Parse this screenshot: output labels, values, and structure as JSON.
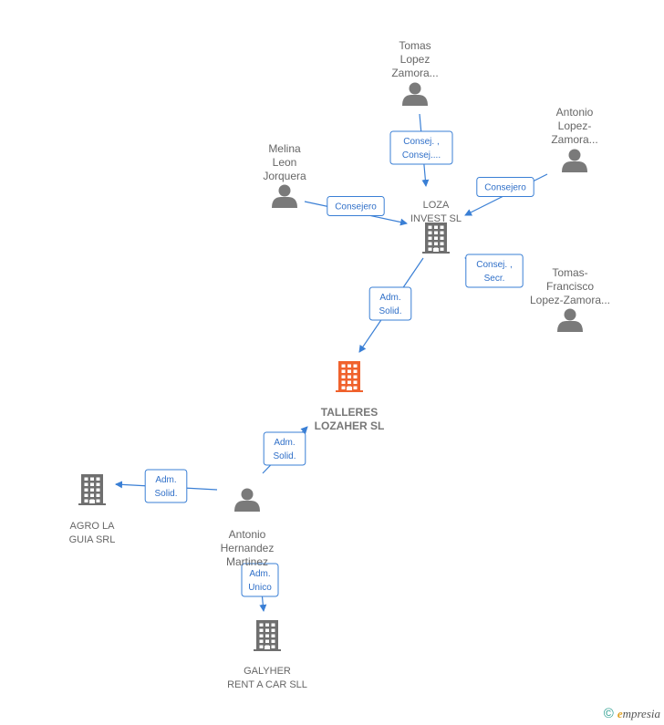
{
  "people": [
    {
      "id": "tomas-lopez",
      "lines": [
        "Tomas",
        "Lopez",
        "Zamora..."
      ]
    },
    {
      "id": "antonio-lopez",
      "lines": [
        "Antonio",
        "Lopez-",
        "Zamora..."
      ]
    },
    {
      "id": "melina-leon",
      "lines": [
        "Melina",
        "Leon",
        "Jorquera"
      ]
    },
    {
      "id": "tomas-francisco",
      "lines": [
        "Tomas-",
        "Francisco",
        "Lopez-Zamora..."
      ]
    },
    {
      "id": "antonio-hernandez",
      "lines": [
        "Antonio",
        "Hernandez",
        "Martinez"
      ]
    }
  ],
  "companies": [
    {
      "id": "loza-invest",
      "lines": [
        "LOZA",
        "INVEST SL"
      ],
      "highlight": false
    },
    {
      "id": "talleres-lozaher",
      "lines": [
        "TALLERES",
        "LOZAHER SL"
      ],
      "highlight": true
    },
    {
      "id": "agro-la-guia",
      "lines": [
        "AGRO LA",
        "GUIA SRL"
      ],
      "highlight": false
    },
    {
      "id": "galyher",
      "lines": [
        "GALYHER",
        "RENT A CAR SLL"
      ],
      "highlight": false
    }
  ],
  "relations": [
    {
      "from": "tomas-lopez",
      "to": "loza-invest",
      "lines": [
        "Consej. ,",
        "Consej...."
      ]
    },
    {
      "from": "antonio-lopez",
      "to": "loza-invest",
      "lines": [
        "Consejero"
      ]
    },
    {
      "from": "melina-leon",
      "to": "loza-invest",
      "lines": [
        "Consejero"
      ]
    },
    {
      "from": "tomas-francisco",
      "to": "loza-invest",
      "lines": [
        "Consej. ,",
        "Secr."
      ]
    },
    {
      "from": "loza-invest",
      "to": "talleres-lozaher",
      "lines": [
        "Adm.",
        "Solid."
      ]
    },
    {
      "from": "antonio-hernandez",
      "to": "talleres-lozaher",
      "lines": [
        "Adm.",
        "Solid."
      ]
    },
    {
      "from": "antonio-hernandez",
      "to": "agro-la-guia",
      "lines": [
        "Adm.",
        "Solid."
      ]
    },
    {
      "from": "antonio-hernandez",
      "to": "galyher",
      "lines": [
        "Adm.",
        "Unico"
      ]
    }
  ],
  "colors": {
    "edge": "#3a7fd5",
    "person_icon": "#7a7a7a",
    "company_icon": "#6f6f6f",
    "highlight_company_icon": "#f0622d"
  },
  "footer": {
    "copyright_symbol": "©",
    "brand_initial": "e",
    "brand_rest": "mpresia"
  }
}
